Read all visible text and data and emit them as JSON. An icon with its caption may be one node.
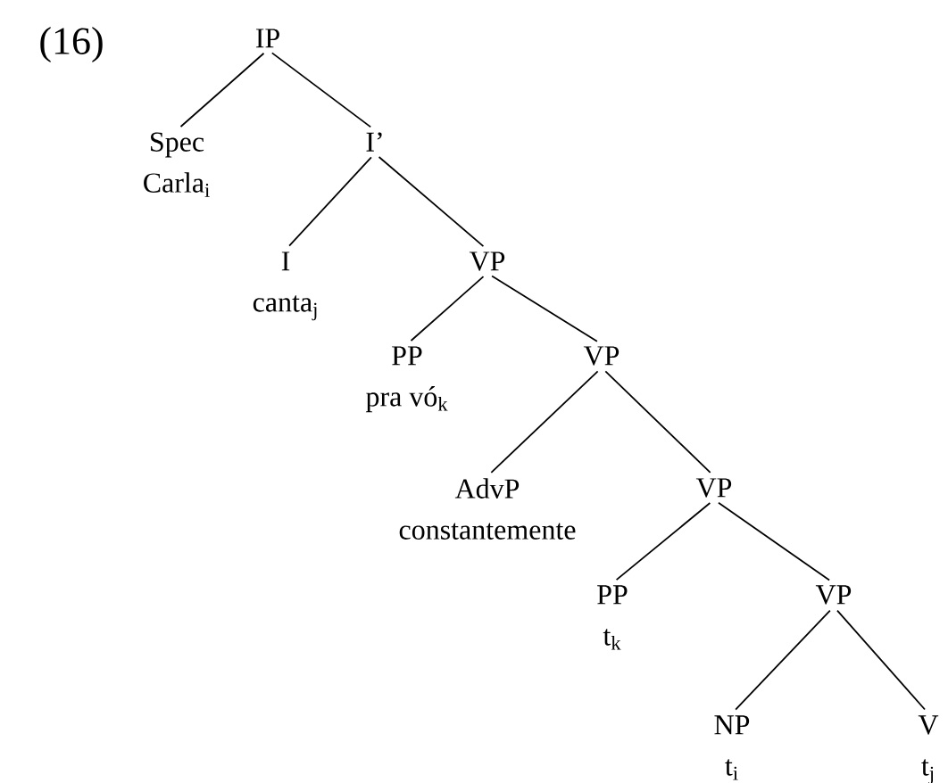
{
  "diagram": {
    "nodes": [
      {
        "text": [
          "IP"
        ]
      },
      {
        "text": [
          "Spec",
          "Carla$_{i}$"
        ]
      },
      {
        "text": [
          "I’"
        ]
      },
      {
        "text": [
          "I",
          "canta$_{j}$"
        ]
      },
      {
        "text": [
          "VP"
        ]
      },
      {
        "text": [
          "PP",
          "pra vó$_{k}$"
        ]
      },
      {
        "text": [
          "VP"
        ]
      },
      {
        "text": [
          "AdvP",
          "constantemente"
        ]
      },
      {
        "text": [
          "VP"
        ]
      },
      {
        "text": [
          "PP",
          "t$_{k}$"
        ]
      },
      {
        "text": [
          "VP"
        ]
      },
      {
        "text": [
          "NP",
          "t$_{i}$"
        ]
      },
      {
        "text": [
          "V",
          "t$_{j}$"
        ]
      }
    ],
    "edges": [
      {
        "from": 0,
        "to": 1,
        "arrow": "none"
      },
      {
        "from": 0,
        "to": 2,
        "arrow": "none"
      },
      {
        "from": 2,
        "to": 3,
        "arrow": "none"
      },
      {
        "from": 2,
        "to": 4,
        "arrow": "none"
      },
      {
        "from": 4,
        "to": 5,
        "arrow": "none"
      },
      {
        "from": 4,
        "to": 6,
        "arrow": "none"
      },
      {
        "from": 6,
        "to": 7,
        "arrow": "none"
      },
      {
        "from": 6,
        "to": 8,
        "arrow": "none"
      },
      {
        "from": 8,
        "to": 9,
        "arrow": "none"
      },
      {
        "from": 8,
        "to": 10,
        "arrow": "none"
      },
      {
        "from": 10,
        "to": 11,
        "arrow": "none"
      },
      {
        "from": 10,
        "to": 12,
        "arrow": "none"
      }
    ],
    "labels": [
      "(16)"
    ]
  }
}
